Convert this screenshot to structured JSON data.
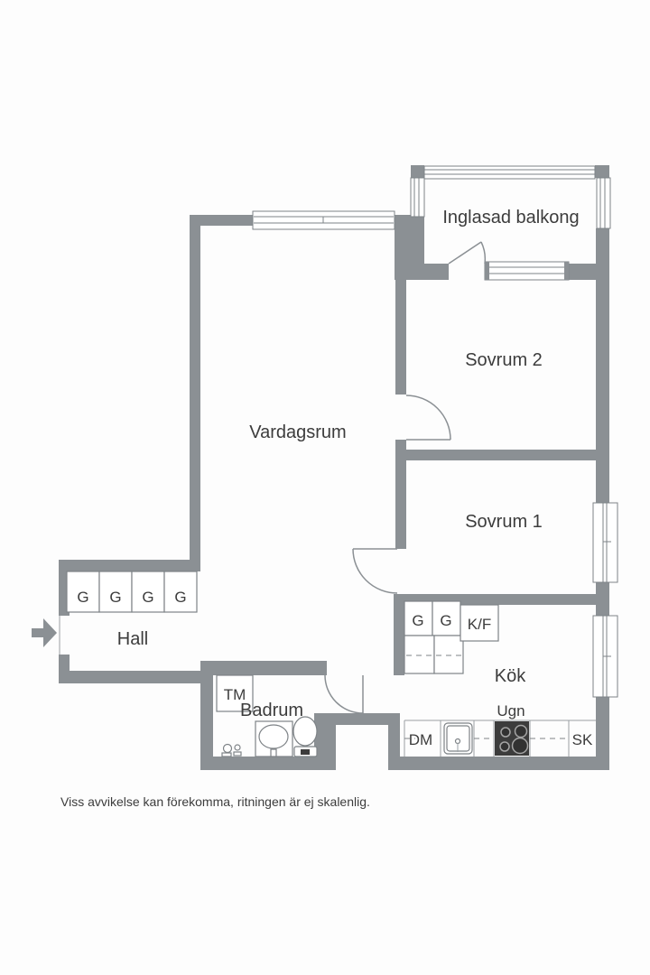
{
  "floorplan": {
    "rooms": {
      "balcony": "Inglasad balkong",
      "bedroom2": "Sovrum 2",
      "bedroom1": "Sovrum 1",
      "living_room": "Vardagsrum",
      "hall": "Hall",
      "bathroom": "Badrum",
      "kitchen": "Kök"
    },
    "hall_wardrobes": [
      "G",
      "G",
      "G",
      "G"
    ],
    "kitchen_wardrobes": [
      "G",
      "G"
    ],
    "labels": {
      "fridge_freezer": "K/F",
      "washing_machine": "TM",
      "dishwasher": "DM",
      "oven": "Ugn",
      "cabinet": "SK"
    },
    "disclaimer": "Viss avvikelse kan förekomma, ritningen är ej skalenlig.",
    "colors": {
      "wall": "#8b9094",
      "outline": "#7e8387",
      "text": "#3c3c3c",
      "stove": "#3c3c3c",
      "background": "#fdfdfd"
    }
  }
}
